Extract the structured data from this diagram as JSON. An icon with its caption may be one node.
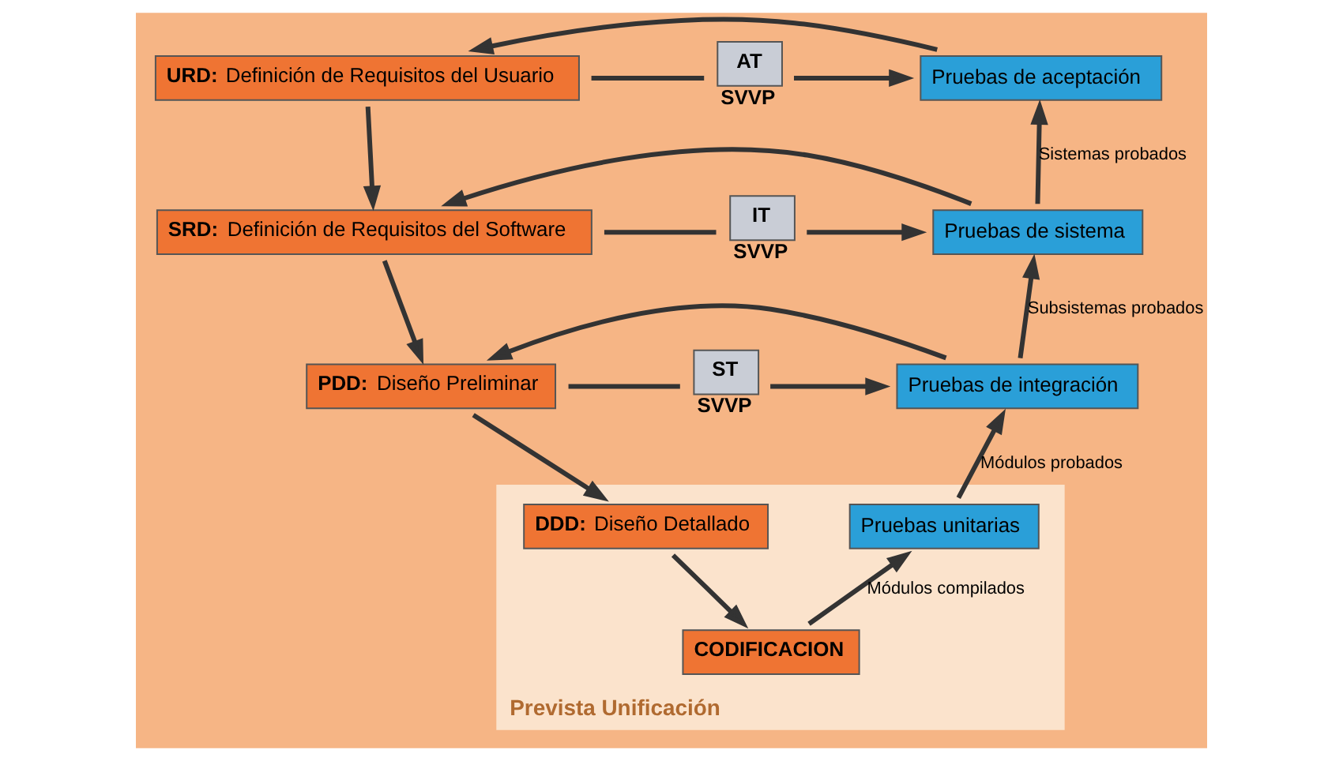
{
  "diagram": {
    "nodes": [
      {
        "text": [
          "**URD:** Definición de Requisitos del Usuario"
        ]
      },
      {
        "text": [
          "AT"
        ],
        "beside": [
          "SVVP"
        ]
      },
      {
        "text": [
          "Pruebas de aceptación"
        ]
      },
      {
        "text": [
          "**SRD:** Definición de Requisitos del Software"
        ]
      },
      {
        "text": [
          "IT"
        ],
        "beside": [
          "SVVP"
        ]
      },
      {
        "text": [
          "Pruebas de sistema"
        ]
      },
      {
        "text": [
          "**PDD:** Diseño Preliminar"
        ]
      },
      {
        "text": [
          "ST"
        ],
        "beside": [
          "SVVP"
        ]
      },
      {
        "text": [
          "Pruebas de integración"
        ]
      },
      {
        "text": [
          "Prevista Unificación"
        ]
      },
      {
        "text": [
          "**DDD:** Diseño Detallado"
        ],
        "in": 9
      },
      {
        "text": [
          "Pruebas unitarias"
        ],
        "in": 9
      },
      {
        "text": [
          "CODIFICACION"
        ],
        "in": 9
      }
    ],
    "edges": [
      {
        "from": 2,
        "to": 0,
        "arrow": "to"
      },
      {
        "from": 0,
        "to": 1,
        "arrow": "none"
      },
      {
        "from": 1,
        "to": 2,
        "arrow": "to"
      },
      {
        "from": 0,
        "to": 3,
        "arrow": "to"
      },
      {
        "from": 5,
        "to": 3,
        "arrow": "to"
      },
      {
        "from": 3,
        "to": 4,
        "arrow": "none"
      },
      {
        "from": 4,
        "to": 5,
        "arrow": "to"
      },
      {
        "from": 3,
        "to": 6,
        "arrow": "to"
      },
      {
        "from": 8,
        "to": 6,
        "arrow": "to"
      },
      {
        "from": 6,
        "to": 7,
        "arrow": "none"
      },
      {
        "from": 7,
        "to": 8,
        "arrow": "to"
      },
      {
        "from": 6,
        "to": 10,
        "arrow": "to"
      },
      {
        "from": 10,
        "to": 12,
        "arrow": "to"
      },
      {
        "from": 12,
        "to": 11,
        "arrow": "to",
        "label": "Módulos compilados"
      },
      {
        "from": 11,
        "to": 8,
        "arrow": "to",
        "label": "Módulos probados"
      },
      {
        "from": 8,
        "to": 5,
        "arrow": "to",
        "label": "Subsistemas probados"
      },
      {
        "from": 5,
        "to": 2,
        "arrow": "to",
        "label": "Sistemas probados"
      }
    ]
  }
}
